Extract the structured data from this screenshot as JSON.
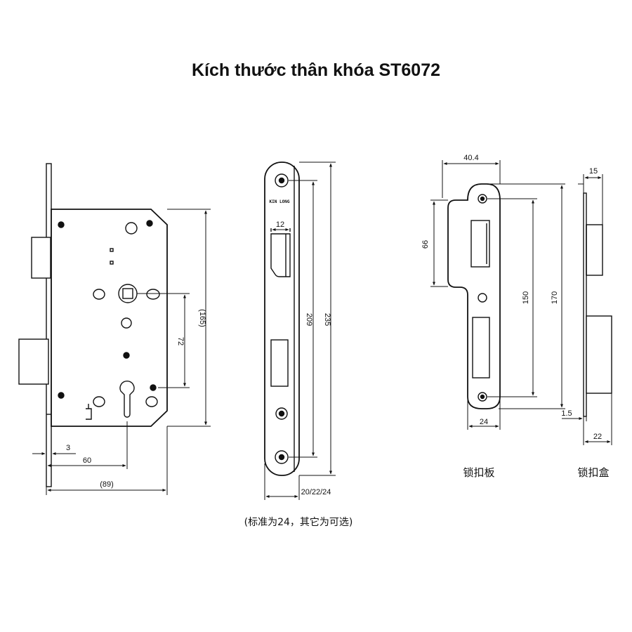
{
  "title": "Kích thước thân khóa ST6072",
  "lock_body": {
    "dims": {
      "backset_3": "3",
      "backset_60": "60",
      "width_89": "(89)",
      "center_72": "72",
      "height_165": "(165)"
    }
  },
  "faceplate": {
    "engraving": "KIN LONG",
    "dims": {
      "slot_12": "12",
      "height_209": "209",
      "height_235": "235",
      "width_20_22_24": "20/22/24"
    },
    "note": "(标准为24，其它为可选)"
  },
  "strike_plate": {
    "caption": "锁扣板",
    "dims": {
      "width_40_4": "40.4",
      "height_66": "66",
      "height_150": "150",
      "height_170": "170",
      "width_24": "24",
      "offset_1_5": "1.5"
    }
  },
  "strike_box": {
    "caption": "锁扣盒",
    "dims": {
      "top_15": "15",
      "bottom_22": "22"
    }
  }
}
